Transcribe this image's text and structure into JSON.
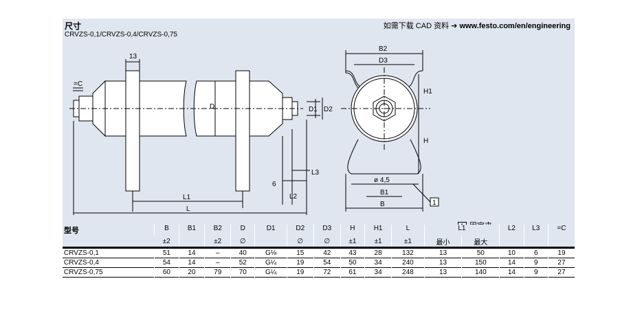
{
  "header": {
    "title": "尺寸",
    "cad_text": "如需下载 CAD 资料 ➔",
    "cad_url": "www.festo.com/en/engineering",
    "subtitle": "CRVZS-0,1/CRVZS-0,4/CRVZS-0,75"
  },
  "drawing": {
    "labels": {
      "l13": "13",
      "b2": "B2",
      "d3": "D3",
      "h1": "H1",
      "h": "H",
      "d": "D",
      "d1": "D1",
      "d2": "D2",
      "l3": "L3",
      "six": "6",
      "l2": "L2",
      "l1": "L1",
      "l": "L",
      "phi45": "ø 4,5",
      "b1": "B1",
      "b": "B",
      "callout": "1"
    },
    "wrench_symbol": "=C"
  },
  "legend": {
    "number": "1",
    "text": "固定夹"
  },
  "table": {
    "header_row1": [
      "型号",
      "B",
      "B1",
      "B2",
      "D",
      "D1",
      "D2",
      "D3",
      "H",
      "H1",
      "L",
      "L1",
      "L2",
      "L3",
      "=C"
    ],
    "header_row2": [
      "",
      "±2",
      "",
      "±2",
      "∅",
      "",
      "∅",
      "∅",
      "±1",
      "±1",
      "±1",
      "最小",
      "最大",
      "",
      "",
      ""
    ],
    "rows": [
      [
        "CRVZS-0,1",
        "51",
        "14",
        "–",
        "40",
        "G⅛",
        "15",
        "42",
        "43",
        "28",
        "132",
        "13",
        "50",
        "10",
        "6",
        "19"
      ],
      [
        "CRVZS-0,4",
        "54",
        "14",
        "–",
        "52",
        "G¼",
        "19",
        "54",
        "50",
        "34",
        "240",
        "13",
        "150",
        "14",
        "9",
        "27"
      ],
      [
        "CRVZS-0,75",
        "60",
        "20",
        "79",
        "70",
        "G¼",
        "19",
        "72",
        "61",
        "34",
        "248",
        "13",
        "140",
        "14",
        "9",
        "27"
      ]
    ]
  }
}
